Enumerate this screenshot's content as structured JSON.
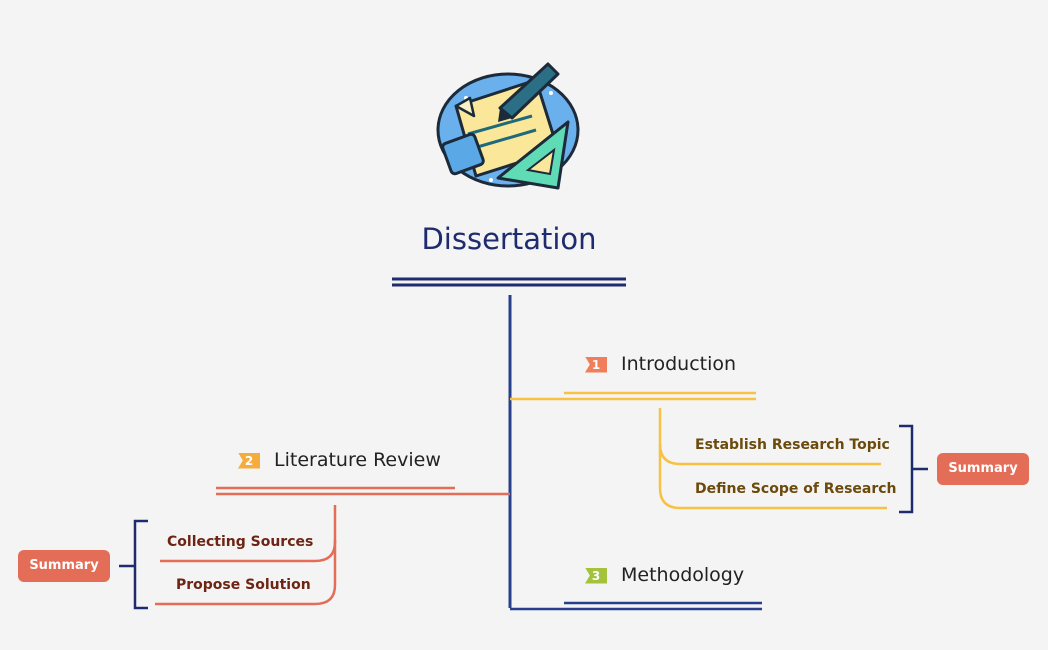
{
  "central": {
    "title": "Dissertation",
    "icon": "stationery-icon"
  },
  "topics": [
    {
      "number": "1",
      "label": "Introduction",
      "color": "#f7c244",
      "badge_color": "#f07e5b",
      "subtopics": [
        "Establish Research Topic",
        "Define Scope of Research"
      ],
      "summary": "Summary",
      "text_color": "#6b4a0c"
    },
    {
      "number": "2",
      "label": "Literature Review",
      "color": "#e46d58",
      "badge_color": "#f5ac3c",
      "subtopics": [
        "Collecting Sources",
        "Propose Solution"
      ],
      "summary": "Summary",
      "text_color": "#6e2414"
    },
    {
      "number": "3",
      "label": "Methodology",
      "color": "#27408b",
      "badge_color": "#a4c23c",
      "subtopics": []
    }
  ]
}
